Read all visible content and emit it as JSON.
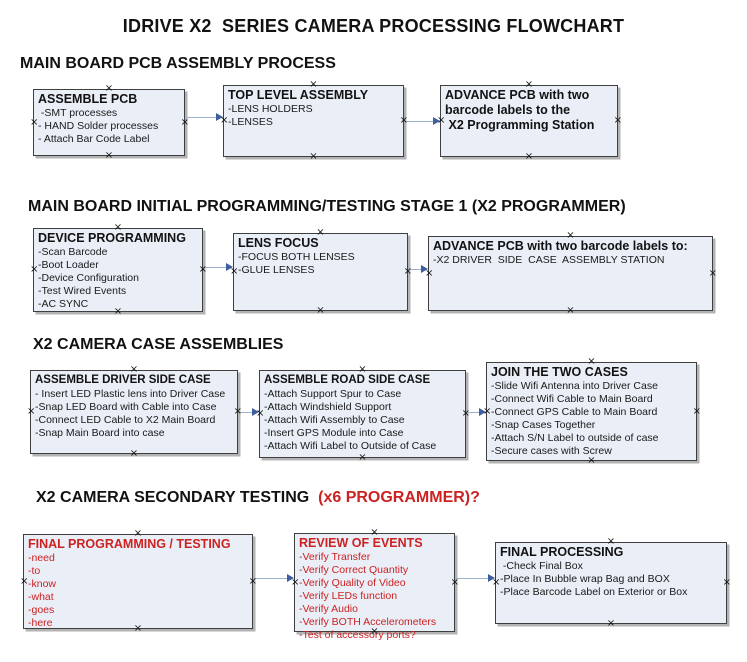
{
  "title": "IDRIVE X2  SERIES CAMERA PROCESSING FLOWCHART",
  "glyphs": {
    "connector": "×"
  },
  "colors": {
    "box_fill": "#e9eef7",
    "box_border": "#3f3f3f",
    "red_text": "#cc2222",
    "arrow_shaft": "#9bb0cd",
    "arrow_head": "#3d5f9f"
  },
  "sections": [
    {
      "heading": "MAIN BOARD PCB ASSEMBLY PROCESS",
      "boxes": [
        {
          "title": "ASSEMBLE PCB",
          "items": [
            " -SMT processes",
            "- HAND Solder processes",
            "- Attach Bar Code Label"
          ]
        },
        {
          "title": "TOP LEVEL ASSEMBLY",
          "items": [
            "-LENS HOLDERS",
            "-LENSES"
          ]
        },
        {
          "title": "ADVANCE PCB with two\nbarcode labels to the\n X2 Programming Station",
          "items": []
        }
      ]
    },
    {
      "heading": "MAIN BOARD INITIAL PROGRAMMING/TESTING STAGE 1 (X2 PROGRAMMER)",
      "boxes": [
        {
          "title": "DEVICE PROGRAMMING",
          "items": [
            "-Scan Barcode",
            "-Boot Loader",
            "-Device Configuration",
            "-Test Wired Events",
            "-AC SYNC"
          ]
        },
        {
          "title": "LENS FOCUS",
          "items": [
            "-FOCUS BOTH LENSES",
            "-GLUE LENSES"
          ]
        },
        {
          "title": "ADVANCE PCB with two barcode labels to:",
          "items": [
            "-X2 DRIVER  SIDE  CASE  ASSEMBLY STATION"
          ]
        }
      ]
    },
    {
      "heading": "X2 CAMERA CASE ASSEMBLIES",
      "boxes": [
        {
          "title": "ASSEMBLE DRIVER SIDE CASE",
          "items": [
            "- Insert LED Plastic lens into Driver Case",
            "-Snap LED Board with Cable into Case",
            "-Connect LED Cable to X2 Main Board",
            "-Snap Main Board into case"
          ]
        },
        {
          "title": "ASSEMBLE ROAD SIDE CASE",
          "items": [
            "-Attach Support Spur to Case",
            "-Attach Windshield Support",
            "-Attach Wifi Assembly to Case",
            "-Insert GPS Module into Case",
            "-Attach Wifi Label to Outside of Case"
          ]
        },
        {
          "title": "JOIN THE TWO CASES",
          "items": [
            "-Slide Wifi Antenna into Driver Case",
            "-Connect Wifi Cable to Main Board",
            "-Connect GPS Cable to Main Board",
            "-Snap Cases Together",
            "-Attach S/N Label to outside of case",
            "-Secure cases with Screw"
          ]
        }
      ]
    },
    {
      "heading": "X2 CAMERA SECONDARY TESTING ",
      "heading_red": " (x6 PROGRAMMER)?",
      "boxes": [
        {
          "title": "FINAL PROGRAMMING / TESTING",
          "items": [
            "-need",
            "-to",
            "-know",
            "-what",
            "-goes",
            "-here"
          ]
        },
        {
          "title": "REVIEW OF EVENTS",
          "items": [
            "-Verify Transfer",
            "-Verify Correct Quantity",
            "-Verify Quality of Video",
            "-Verify LEDs function",
            "-Verify Audio",
            "-Verify BOTH Accelerometers",
            "-Test of accessory ports?"
          ]
        },
        {
          "title": "FINAL PROCESSING",
          "items": [
            " -Check Final Box",
            "-Place In Bubble wrap Bag and BOX",
            "-Place Barcode Label on Exterior or Box"
          ]
        }
      ]
    }
  ]
}
